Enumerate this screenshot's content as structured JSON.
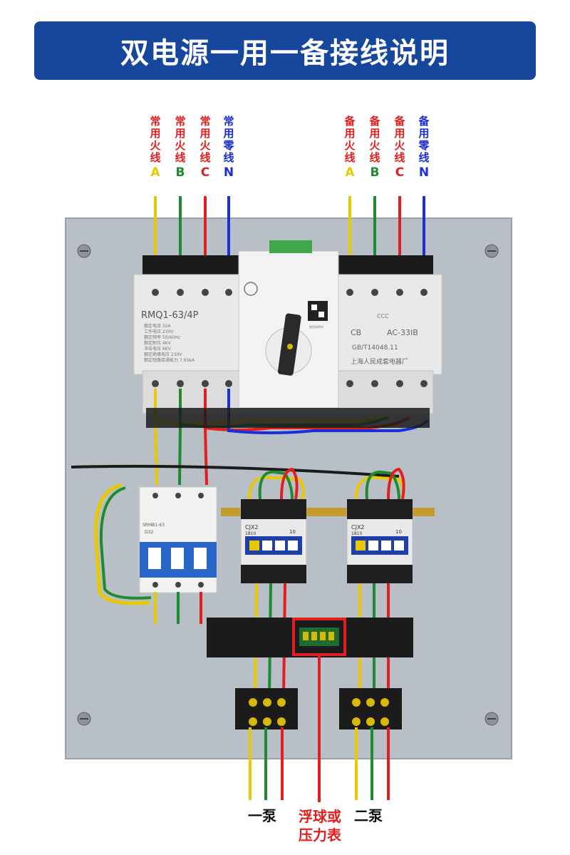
{
  "title": "双电源一用一备接线说明",
  "top_labels_main": [
    {
      "text": "常用火线",
      "sym": "A",
      "color": "#e31e1e",
      "symcolor": "#e8c800"
    },
    {
      "text": "常用火线",
      "sym": "B",
      "color": "#e31e1e",
      "symcolor": "#1e8c2e"
    },
    {
      "text": "常用火线",
      "sym": "C",
      "color": "#e31e1e",
      "symcolor": "#e31e1e"
    },
    {
      "text": "常用零线",
      "sym": "N",
      "color": "#1a2fd6",
      "symcolor": "#1a2fd6"
    }
  ],
  "top_labels_backup": [
    {
      "text": "备用火线",
      "sym": "A",
      "color": "#e31e1e",
      "symcolor": "#e8c800"
    },
    {
      "text": "备用火线",
      "sym": "B",
      "color": "#e31e1e",
      "symcolor": "#1e8c2e"
    },
    {
      "text": "备用火线",
      "sym": "C",
      "color": "#e31e1e",
      "symcolor": "#e31e1e"
    },
    {
      "text": "备用零线",
      "sym": "N",
      "color": "#1a2fd6",
      "symcolor": "#1a2fd6"
    }
  ],
  "ats": {
    "model": "RMQ1-63/4P",
    "specs": [
      "额定电流  32A",
      "工作电压  230V",
      "额定频率  50/60Hz",
      "额定耐压  4KV",
      "冲击电压  6KV",
      "额定绝缘电压 230V",
      "额定短路接通能力 7.65kA"
    ],
    "cb": "CB",
    "ac": "AC-33IB",
    "std": "GB/T14048.11",
    "maker": "上海人民成套电器厂",
    "cert": "CCC",
    "qr_caption": "使用说明书"
  },
  "breaker": {
    "brand": "SRMB1-63",
    "rating": "D32"
  },
  "contactors": [
    {
      "model": "CJX2",
      "sub": "1810",
      "num": "10"
    },
    {
      "model": "CJX2",
      "sub": "1810",
      "num": "10"
    }
  ],
  "bottom_labels": {
    "pump1": "一泵",
    "pump2": "二泵",
    "float_line1": "浮球或",
    "float_line2": "压力表"
  },
  "colors": {
    "banner": "#16479c",
    "yellow": "#e8c800",
    "green": "#1e8c2e",
    "red": "#e31e1e",
    "blue": "#1a2fd6",
    "panel": "#b9bfc6"
  }
}
